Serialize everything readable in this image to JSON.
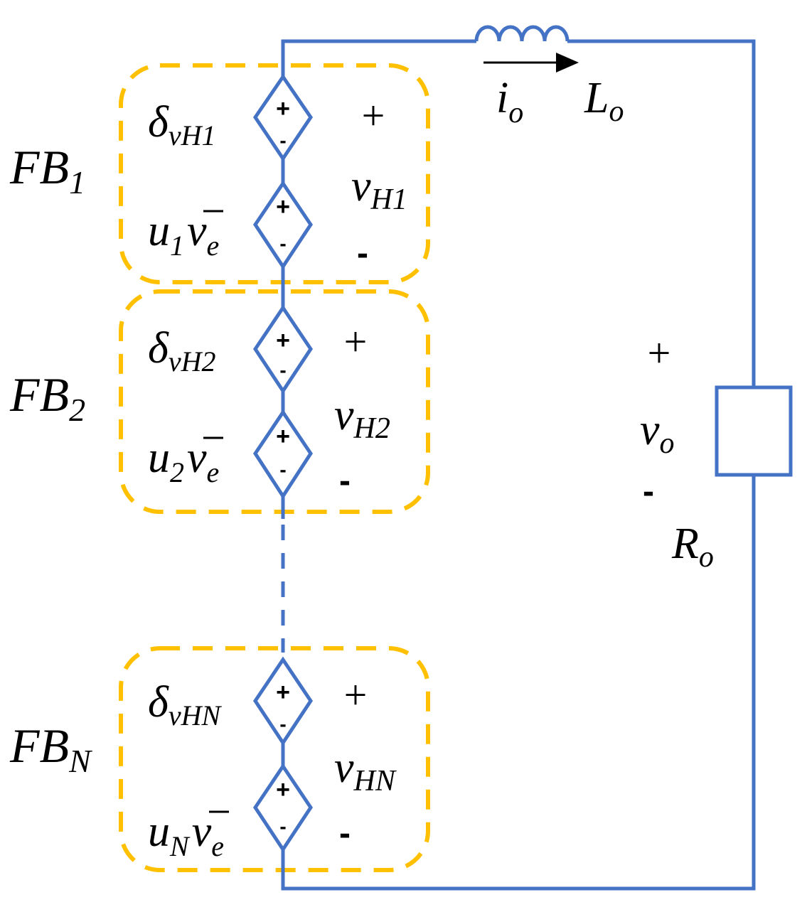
{
  "blocks": [
    {
      "label": "FB",
      "label_sub": "1",
      "delta_main": "δ",
      "delta_sub": "vH1",
      "u_main": "u",
      "u_sub": "1",
      "ve_main": "v",
      "ve_sub": "e",
      "volt_main": "v",
      "volt_sub": "H1",
      "plus": "+",
      "minus": "-"
    },
    {
      "label": "FB",
      "label_sub": "2",
      "delta_main": "δ",
      "delta_sub": "vH2",
      "u_main": "u",
      "u_sub": "2",
      "ve_main": "v",
      "ve_sub": "e",
      "volt_main": "v",
      "volt_sub": "H2",
      "plus": "+",
      "minus": "-"
    },
    {
      "label": "FB",
      "label_sub": "N",
      "delta_main": "δ",
      "delta_sub": "vHN",
      "u_main": "u",
      "u_sub": "N",
      "ve_main": "v",
      "ve_sub": "e",
      "volt_main": "v",
      "volt_sub": "HN",
      "plus": "+",
      "minus": "-"
    }
  ],
  "source_signs": {
    "plus": "+",
    "minus": "-"
  },
  "inductor": {
    "current_main": "i",
    "current_sub": "o",
    "name_main": "L",
    "name_sub": "o"
  },
  "load": {
    "volt_main": "v",
    "volt_sub": "o",
    "plus": "+",
    "minus": "-",
    "name_main": "R",
    "name_sub": "o"
  },
  "colors": {
    "wire": "#4472c4",
    "block_outline": "#ffc000",
    "text": "#000000"
  }
}
